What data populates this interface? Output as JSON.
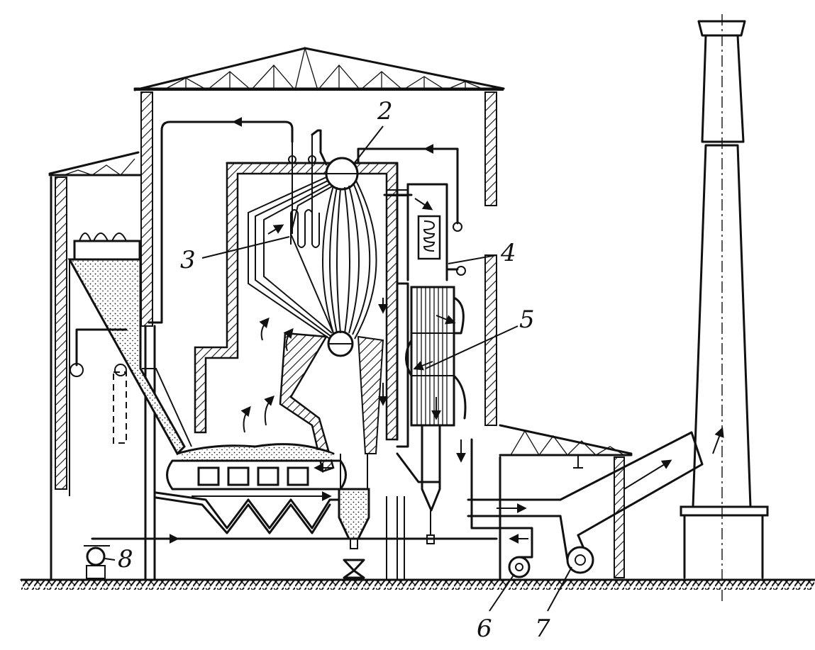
{
  "labels": {
    "callout_2": "2",
    "callout_3": "3",
    "callout_4": "4",
    "callout_5": "5",
    "callout_6": "6",
    "callout_7": "7",
    "callout_8": "8"
  },
  "colors": {
    "ink": "#111111",
    "paper": "#ffffff"
  }
}
